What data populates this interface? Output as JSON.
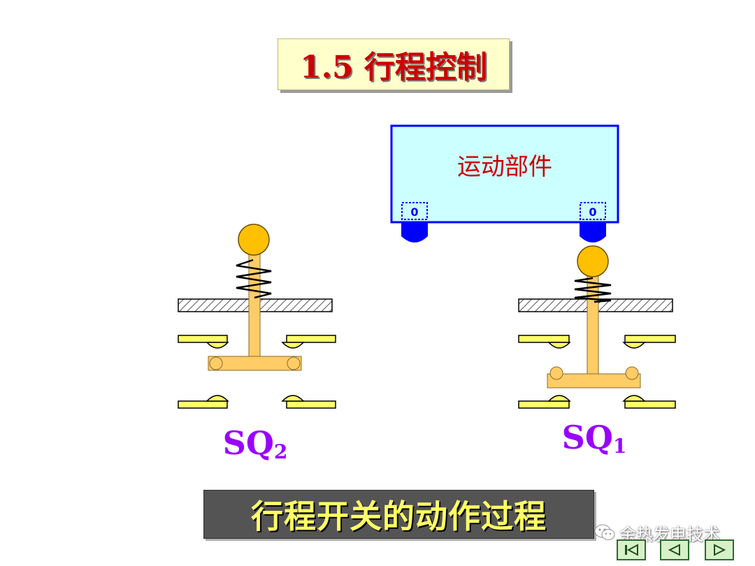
{
  "slide": {
    "title": "1.5  行程控制",
    "caption": "行程开关的动作过程"
  },
  "diagram": {
    "moving_part_label": "运动部件",
    "stopper_mark": "0",
    "switch_left": {
      "name": "SQ",
      "subscript": "2"
    },
    "switch_right": {
      "name": "SQ",
      "subscript": "1"
    }
  },
  "watermark": {
    "text": "余热发电技术",
    "icon": "wechat-icon"
  },
  "nav": [
    {
      "icon": "first-page-icon",
      "label": "first"
    },
    {
      "icon": "prev-page-icon",
      "label": "previous"
    },
    {
      "icon": "next-page-icon",
      "label": "next"
    }
  ],
  "colors": {
    "title_text": "#cc0000",
    "title_bg": "#ffffcc",
    "moving_part_fill": "#ccffff",
    "moving_part_border": "#0000ff",
    "switch_part": "#ffcc66",
    "contact": "#ffff66",
    "roller": "#ffc000",
    "label": "#9900ff",
    "caption_bg": "#545454",
    "caption_text": "#ffff66"
  }
}
